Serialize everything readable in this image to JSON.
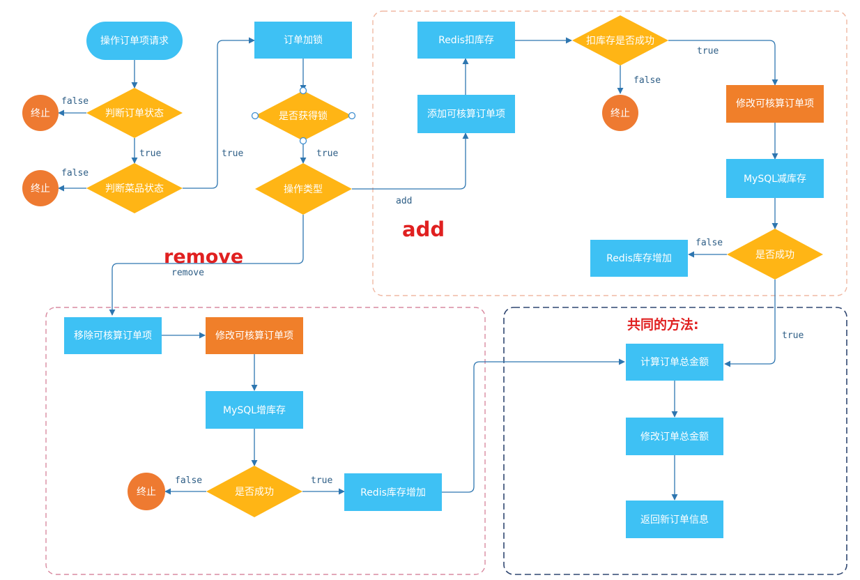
{
  "colors": {
    "blue": "#3ec1f4",
    "orange_rect": "#f07f2a",
    "orange_circle": "#ee7a31",
    "decision": "#ffb515",
    "edge": "#2e76b0",
    "label": "#2e5e86",
    "red": "#e02020"
  },
  "nodes": {
    "start": "操作订单项请求",
    "check_order": "判断订单状态",
    "end1": "终止",
    "check_dish": "判断菜品状态",
    "end2": "终止",
    "lock": "订单加锁",
    "got_lock": "是否获得锁",
    "op_type": "操作类型",
    "add_item": "添加可核算订单项",
    "redis_deduct": "Redis扣库存",
    "deduct_ok": "扣库存是否成功",
    "end3": "终止",
    "modify_item_add": "修改可核算订单项",
    "mysql_decrease": "MySQL减库存",
    "success_add": "是否成功",
    "redis_increase_add": "Redis库存增加",
    "remove_item": "移除可核算订单项",
    "modify_item_remove": "修改可核算订单项",
    "mysql_increase": "MySQL增库存",
    "success_remove": "是否成功",
    "end4": "终止",
    "redis_increase_remove": "Redis库存增加",
    "calc_total": "计算订单总金额",
    "modify_total": "修改订单总金额",
    "return_info": "返回新订单信息"
  },
  "edge_labels": {
    "false1": "false",
    "true1": "true",
    "false2": "false",
    "true_dish": "true",
    "true_lock": "true",
    "add": "add",
    "remove": "remove",
    "true_deduct": "true",
    "false_deduct": "false",
    "false_success_add": "false",
    "true_success_add": "true",
    "false_success_remove": "false",
    "true_success_remove": "true"
  },
  "sections": {
    "add": "add",
    "remove": "remove",
    "common": "共同的方法:"
  }
}
